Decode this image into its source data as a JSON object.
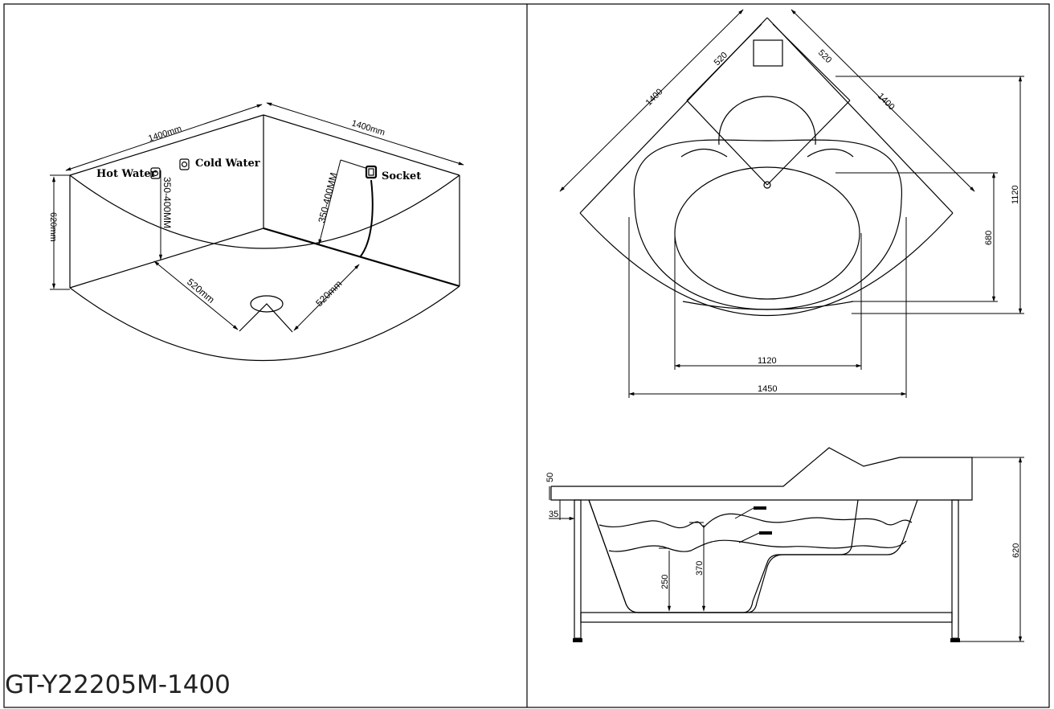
{
  "model": "GT-Y22205M-1400",
  "iso_view": {
    "dim_left": "1400mm",
    "dim_right": "1400mm",
    "dim_height": "620mm",
    "hot_water": "Hot Water",
    "cold_water": "Cold Water",
    "socket": "Socket",
    "dim_hot_height": "350-400MM",
    "dim_socket_height": "350-400MM",
    "dim_drain_left": "520mm",
    "dim_drain_right": "520mm"
  },
  "top_view": {
    "dim_side_left": "1400",
    "dim_side_right": "1400",
    "dim_inner_left": "520",
    "dim_inner_right": "520",
    "dim_width_inner": "1120",
    "dim_width_outer": "1450",
    "dim_depth_inner": "680",
    "dim_depth_outer": "1120"
  },
  "side_view": {
    "dim_rim": "50",
    "dim_leg_offset": "35",
    "dim_seat_water": "250",
    "dim_water": "370",
    "dim_total_height": "620"
  }
}
